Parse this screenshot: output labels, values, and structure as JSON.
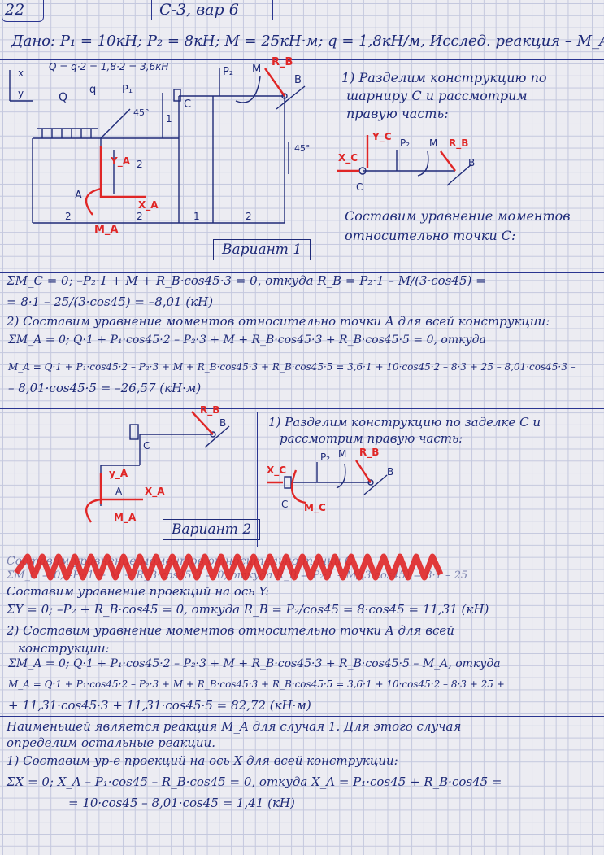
{
  "header": {
    "problem_number": "22",
    "variant": "С-3, вар 6",
    "given": "Дано: P₁ = 10кН; P₂ = 8кН; M = 25кН·м; q = 1,8кН/м, Исслед. реакция – M_A"
  },
  "diagram1": {
    "q_formula": "Q = q·2 = 1,8·2 = 3,6кН",
    "axis_x": "x",
    "axis_y": "y",
    "labels": {
      "Q": "Q",
      "q": "q",
      "P1": "P₁",
      "P2": "P₂",
      "M": "M",
      "RB": "R_B",
      "B": "B",
      "C": "C",
      "A": "A",
      "YA": "Y_A",
      "XA": "X_A",
      "MA": "M_A"
    },
    "angle1": "45°",
    "angle2": "45°",
    "dim_h1": "1",
    "dim_h2": "2",
    "dims": [
      "2",
      "2",
      "1",
      "2"
    ],
    "caption": "Вариант 1"
  },
  "block1": {
    "step1": [
      "1) Разделим конструкцию по",
      "шарниру C и рассмотрим",
      "правую часть:"
    ],
    "free_body": {
      "XC": "X_C",
      "YC": "Y_C",
      "P2": "P₂",
      "M": "M",
      "RB": "R_B",
      "C": "C",
      "B": "B"
    },
    "moment_eq_intro": [
      "Составим уравнение моментов",
      "относительно точки C:"
    ],
    "eq_MC": "ΣM_C = 0;   –P₂·1 + M + R_B·cos45·3 = 0, откуда R_B = P₂·1 – M/(3·cos45) =",
    "eq_MC_result": "= 8·1 – 25/(3·cos45) = –8,01 (кН)",
    "step2": "2) Составим уравнение моментов относительно точки A для всей конструкции:",
    "eq_MA": "ΣM_A = 0; Q·1 + P₁·cos45·2 – P₂·3 + M + R_B·cos45·3 + R_B·cos45·5 = 0, откуда",
    "eq_MA_calc": "M_A = Q·1 + P₁·cos45·2 – P₂·3 + M + R_B·cos45·3 + R_B·cos45·5 = 3,6·1 + 10·cos45·2 – 8·3 + 25 – 8,01·cos45·3 –",
    "eq_MA_result": "– 8,01·cos45·5 = –26,57 (кН·м)"
  },
  "diagram2": {
    "labels": {
      "RB": "R_B",
      "B": "B",
      "C": "C",
      "A": "A",
      "YA": "y_A",
      "XA": "X_A",
      "MA": "M_A"
    },
    "caption": "Вариант 2"
  },
  "block2": {
    "step1": [
      "1) Разделим конструкцию по заделке C и",
      "рассмотрим правую часть:"
    ],
    "free_body": {
      "XC": "X_C",
      "P2": "P₂",
      "M": "M",
      "RB": "R_B",
      "C": "C",
      "B": "B",
      "MC": "M_C"
    },
    "struck_lines": [
      "Составим уравнение моментов относительно точки C",
      "ΣM_C = 0; –P₂·1 + M + R_B·cos45·3 = 0, откуда R_B = P₂·1 – M/(3·cos45) = 8·1 – 25"
    ],
    "proj_intro": "Составим уравнение проекций на ось Y:",
    "eq_Y": "ΣY = 0;  –P₂ + R_B·cos45 = 0, откуда  R_B = P₂/cos45 = 8·cos45 = 11,31 (кН)",
    "step2": [
      "2) Составим уравнение моментов относительно точки A для всей",
      "конструкции:"
    ],
    "eq_MA": "ΣM_A = 0;  Q·1 + P₁·cos45·2 – P₂·3 + M + R_B·cos45·3 + R_B·cos45·5 – M_A, откуда",
    "eq_MA_calc": "M_A = Q·1 + P₁·cos45·2 – P₂·3 + M + R_B·cos45·3 + R_B·cos45·5 = 3,6·1 + 10·cos45·2 – 8·3 + 25 +",
    "eq_MA_result": "+ 11,31·cos45·3 + 11,31·cos45·5 = 82,72 (кН·м)"
  },
  "conclusion": {
    "lines": [
      "Наименьшей является реакция M_A для случая 1. Для этого случая",
      "определим остальные реакции."
    ],
    "step1": "1) Составим ур-е проекций на ось X для всей конструкции:",
    "eq_X": "ΣX = 0;   X_A – P₁·cos45 – R_B·cos45 = 0, откуда  X_A = P₁·cos45 + R_B·cos45 =",
    "eq_X_result": "= 10·cos45 – 8,01·cos45 = 1,41 (кН)"
  }
}
